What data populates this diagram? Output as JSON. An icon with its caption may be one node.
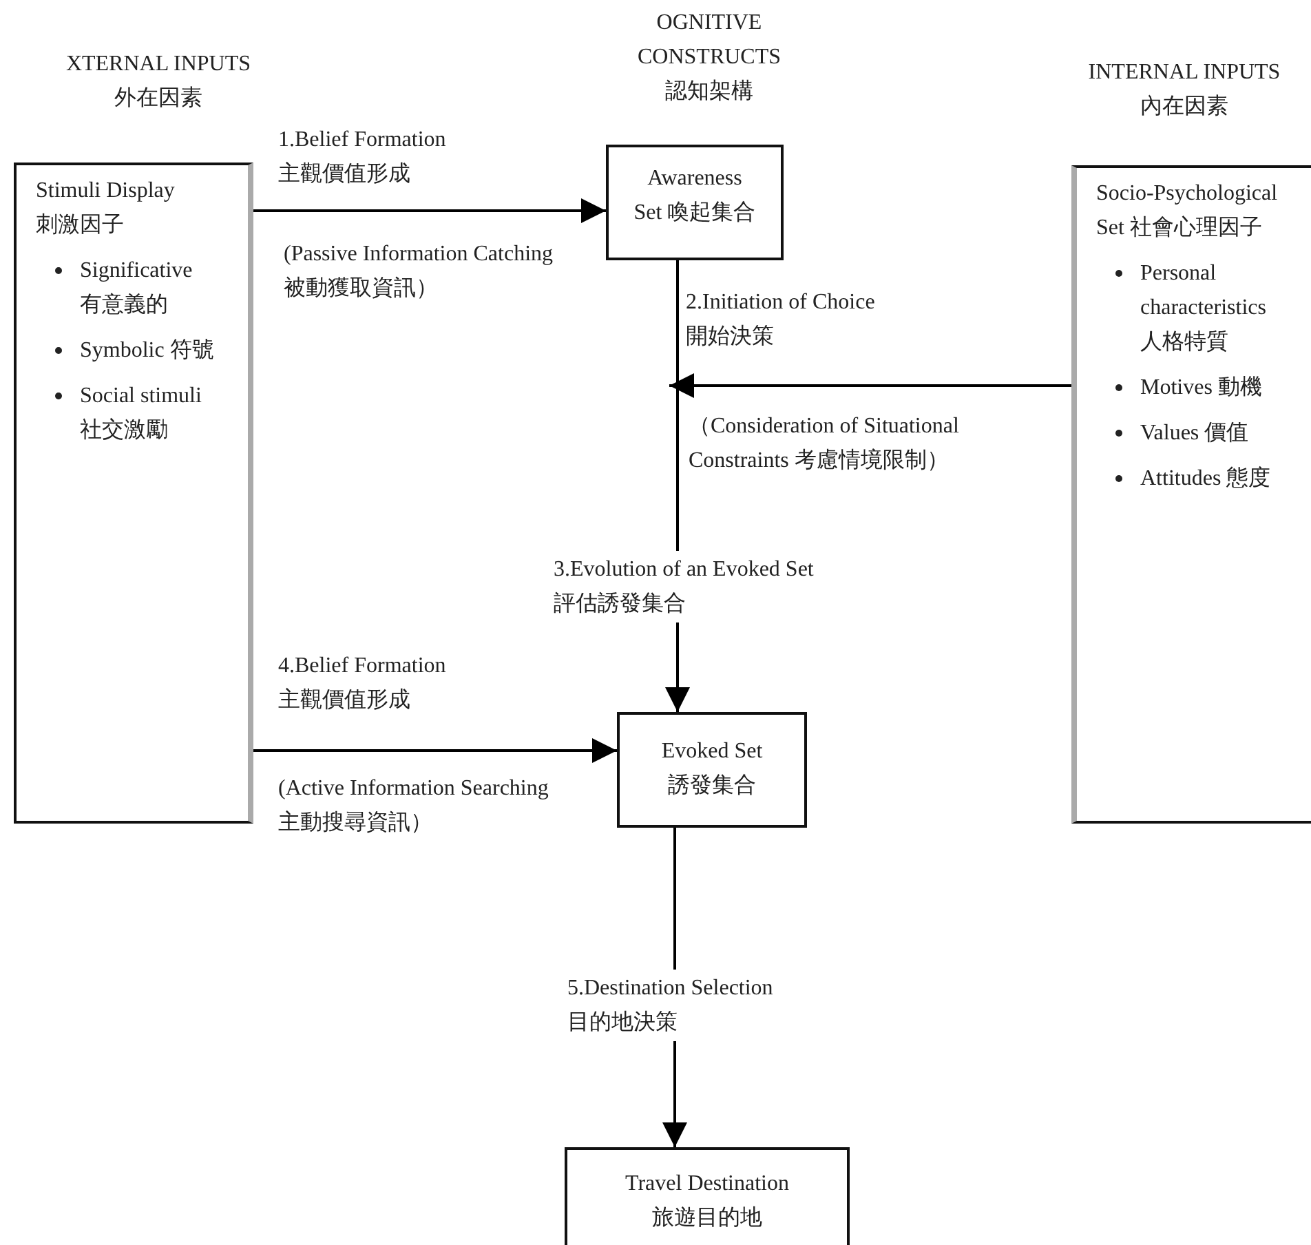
{
  "diagram": {
    "nodes": [
      {
        "text": [
          "Stimuli Display 刺激因子",
          "Significative 有意義的",
          "Symbolic 符號",
          "Social stimuli 社交激勵"
        ]
      },
      {
        "text": [
          "Awareness Set 喚起集合"
        ]
      },
      {
        "text": [
          "Socio-Psychological Set 社會心理因子",
          "Personal characteristics 人格特質",
          "Motives 動機",
          "Values 價值",
          "Attitudes 態度"
        ]
      },
      {
        "text": [
          "Evoked Set 誘發集合"
        ]
      },
      {
        "text": [
          "Travel Destination 旅遊目的地"
        ]
      }
    ],
    "edges": [
      {
        "from": 0,
        "to": 1,
        "arrow": "to",
        "label": "1.Belief Formation 主觀價值形成"
      },
      {
        "from": 1,
        "to": 3,
        "arrow": "to",
        "label": "3.Evolution of an Evoked Set 評估誘發集合"
      },
      {
        "from": 2,
        "to": null,
        "arrow": "to"
      },
      {
        "from": 0,
        "to": 3,
        "arrow": "to",
        "label": "4.Belief Formation 主觀價值形成"
      },
      {
        "from": 3,
        "to": 4,
        "arrow": "to",
        "label": "5.Destination Selection 目的地決策"
      }
    ],
    "labels": [
      "XTERNAL INPUTS 外在因素",
      "OGNITIVE CONSTRUCTS 認知架構",
      "INTERNAL INPUTS 內在因素",
      "(Passive Information Catching 被動獲取資訊）",
      "2.Initiation of Choice 開始決策",
      "（Consideration of Situational Constraints 考慮情境限制）",
      "(Active Information Searching 主動搜尋資訊）"
    ]
  }
}
